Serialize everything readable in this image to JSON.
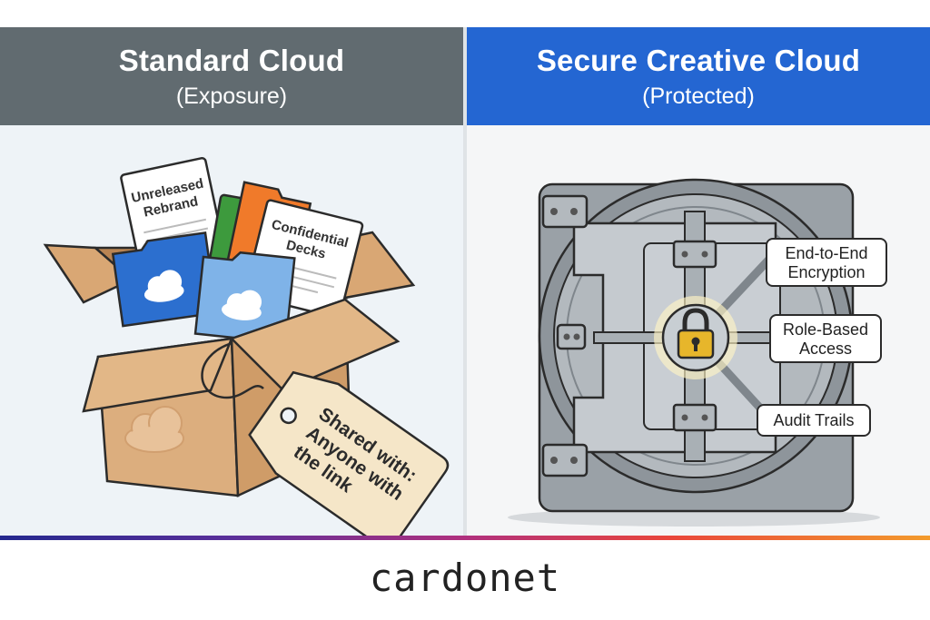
{
  "left_panel": {
    "title": "Standard Cloud",
    "subtitle": "(Exposure)",
    "doc_card_1": [
      "Unreleased",
      "Rebrand"
    ],
    "doc_card_2": [
      "Confidential",
      "Decks"
    ],
    "tag_lines": [
      "Shared with:",
      "Anyone with",
      "the link"
    ]
  },
  "right_panel": {
    "title": "Secure Creative Cloud",
    "subtitle": "(Protected)",
    "labels": {
      "encryption": [
        "End-to-End",
        "Encryption"
      ],
      "access": [
        "Role-Based",
        "Access"
      ],
      "audit": "Audit Trails"
    }
  },
  "brand": "cardonet",
  "colors": {
    "left_header": "#616b70",
    "right_header": "#2466d2"
  }
}
